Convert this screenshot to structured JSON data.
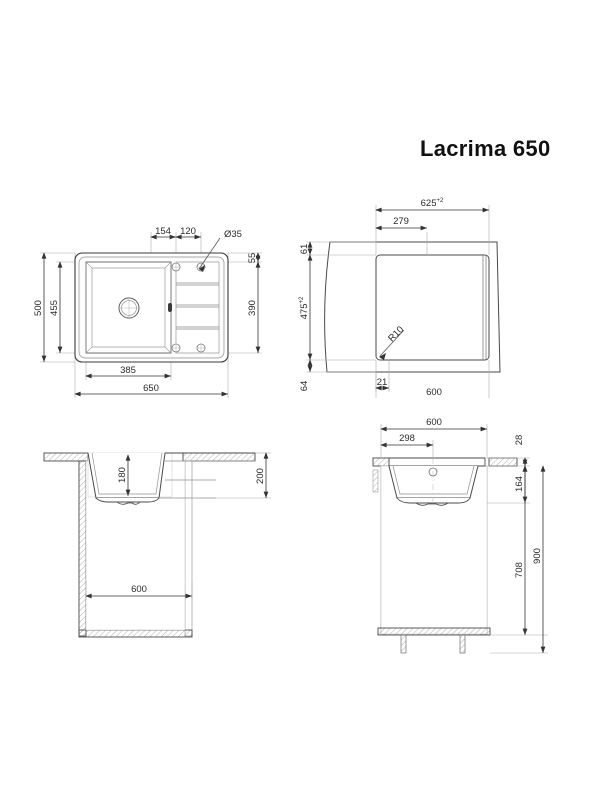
{
  "document": {
    "title": "Lacrima 650",
    "type": "technical-drawing",
    "product": "kitchen sink installation drawing",
    "line_color": "#3a3a3a",
    "thin_line_color": "#9a9a9a",
    "hatch_color": "#8d8d8d",
    "text_color": "#2b2b2b"
  },
  "views": {
    "plan": {
      "name": "top-plan-view",
      "dimensions": {
        "overall_width": "650",
        "overall_height": "500",
        "bowl_height": "455",
        "bowl_width": "385",
        "tap_offset_1": "154",
        "tap_offset_2": "120",
        "drain_diameter": "Ø35",
        "rear_margin": "55",
        "drainer_height": "390"
      }
    },
    "cutout": {
      "name": "cutout-template-view",
      "dimensions": {
        "cut_width": "625",
        "cut_width_tolerance": "+2",
        "cut_height": "475",
        "cut_height_tolerance": "+2",
        "inner_offset": "279",
        "corner_radius": "R10",
        "top_margin": "61",
        "bottom_margin": "64",
        "side_offset": "21",
        "cabinet_width": "600"
      }
    },
    "front_section": {
      "name": "front-section-view",
      "dimensions": {
        "bowl_depth": "180",
        "total_drop": "200",
        "cabinet_width": "600"
      }
    },
    "side_section": {
      "name": "side-section-view",
      "dimensions": {
        "cabinet_depth": "600",
        "bowl_front_offset": "298",
        "counter_thickness": "28",
        "bowl_depth": "164",
        "cabinet_height": "708",
        "total_height": "900"
      }
    }
  }
}
